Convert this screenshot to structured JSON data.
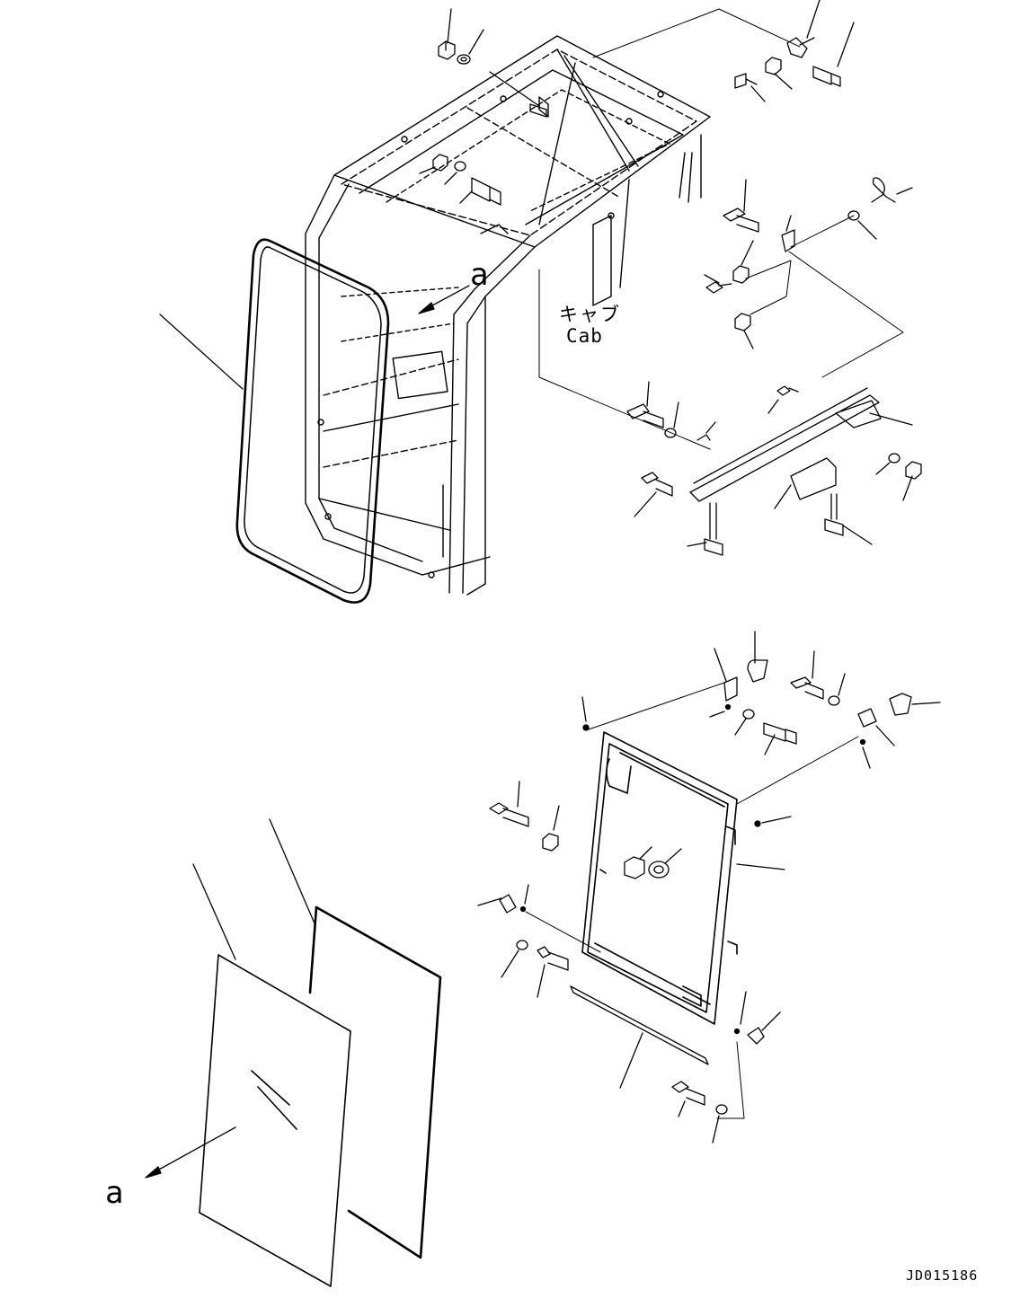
{
  "labels": {
    "view_a_top": "a",
    "view_a_bottom": "a",
    "cab_jp": "キャブ",
    "cab_en": "Cab",
    "drawing_id": "JD015186"
  },
  "colors": {
    "ink": "#000000",
    "paper": "#ffffff"
  },
  "icons": [
    "bolt-icon",
    "nut-icon",
    "washer-icon",
    "arrow-icon"
  ]
}
